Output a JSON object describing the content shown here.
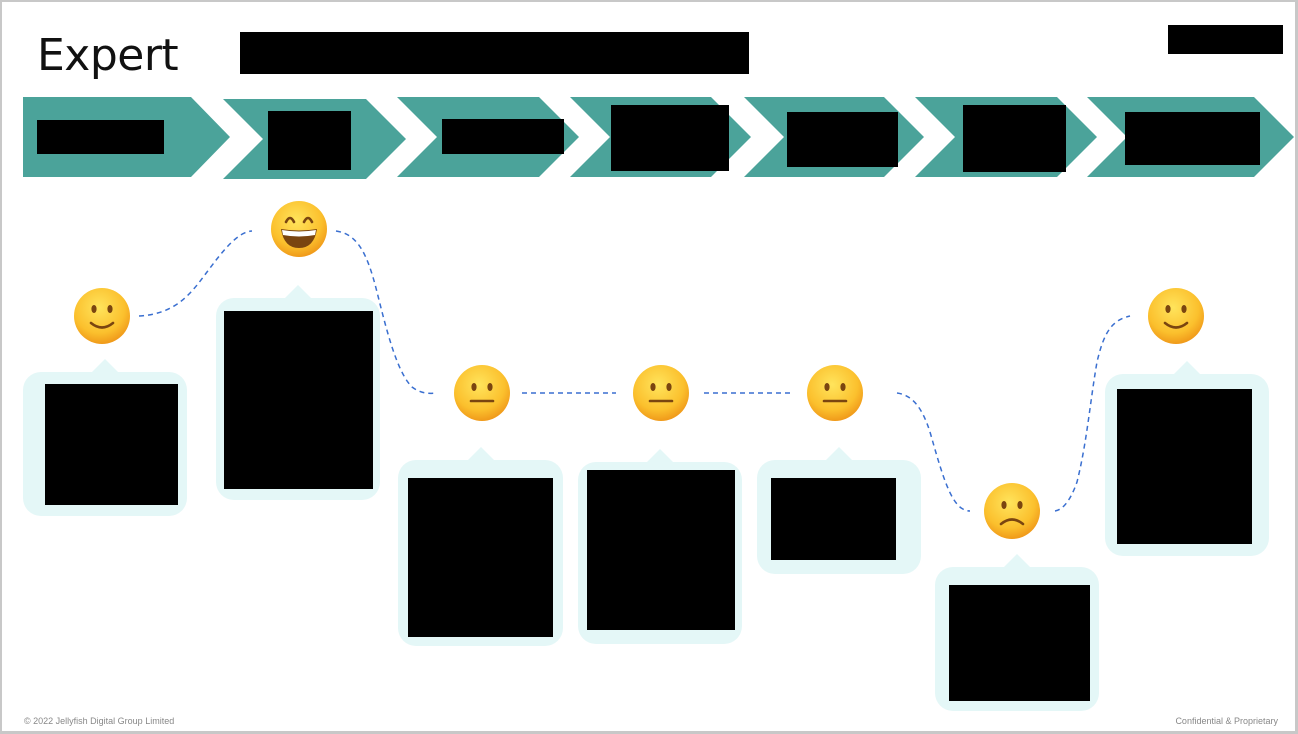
{
  "slide": {
    "title": "Expert",
    "footer_left": "© 2022 Jellyfish Digital Group Limited",
    "footer_right": "Confidential & Proprietary"
  },
  "colors": {
    "chevron": "#4ba39a",
    "bubble": "#e4f7f7",
    "curve": "#3a6fd0",
    "emoji_face": "#fcc430"
  },
  "stages": [
    {
      "label": "[redacted]",
      "emotion": "slightly-smiling"
    },
    {
      "label": "[redacted]",
      "emotion": "grinning"
    },
    {
      "label": "[redacted]",
      "emotion": "neutral"
    },
    {
      "label": "[redacted]",
      "emotion": "neutral"
    },
    {
      "label": "[redacted]",
      "emotion": "neutral"
    },
    {
      "label": "[redacted]",
      "emotion": "slightly-frowning"
    },
    {
      "label": "[redacted]",
      "emotion": "slightly-smiling"
    }
  ]
}
